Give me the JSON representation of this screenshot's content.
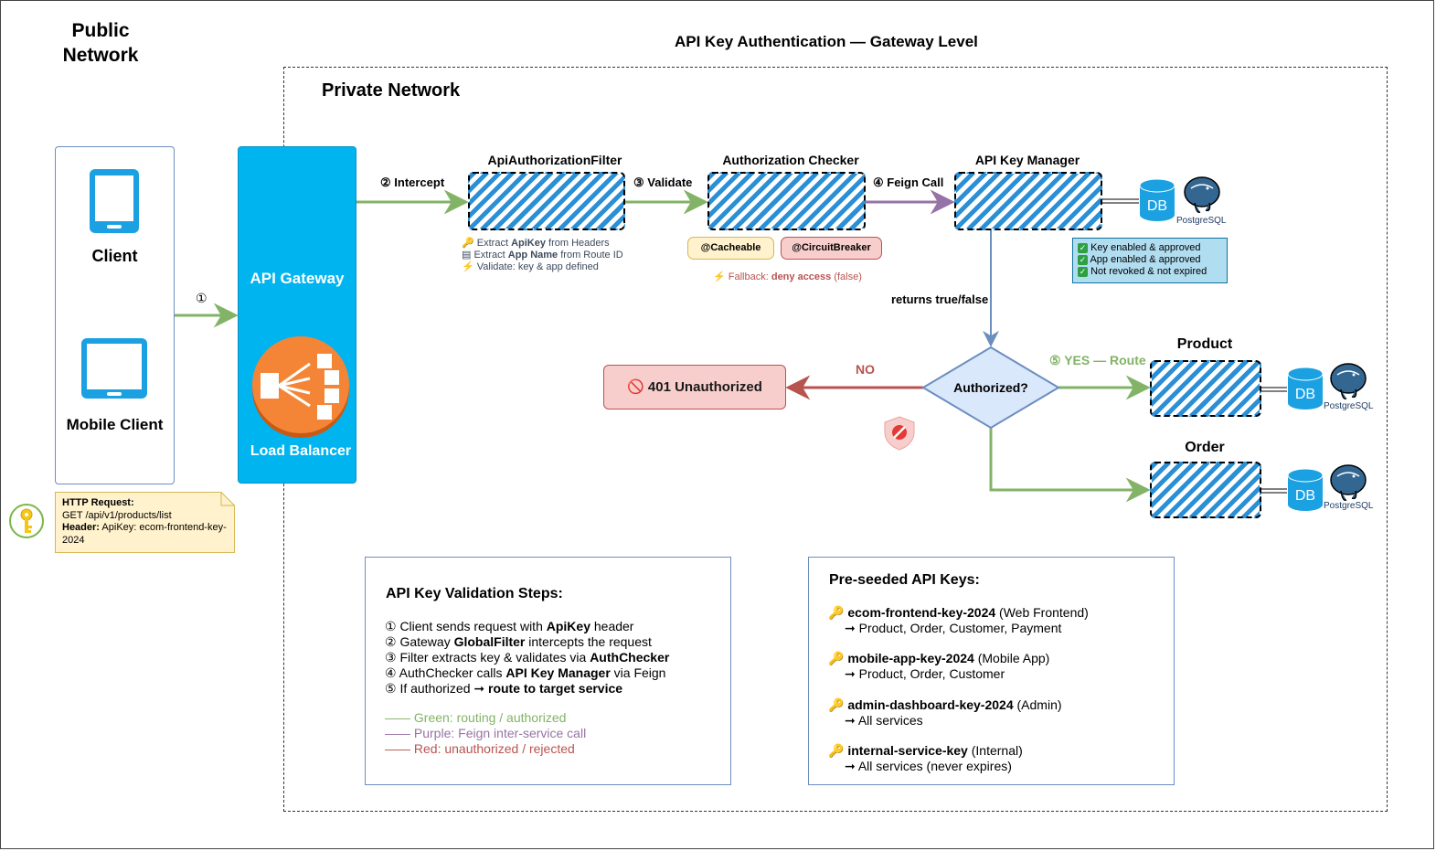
{
  "title": "API Key Authentication — Gateway Level",
  "public_network": {
    "line1": "Public",
    "line2": "Network"
  },
  "private_network": "Private Network",
  "clients": {
    "client": "Client",
    "mobile": "Mobile Client"
  },
  "gateway": {
    "api_gateway": "API Gateway",
    "load_balancer": "Load Balancer"
  },
  "request_note": {
    "label1": "HTTP Request:",
    "line2": "GET /api/v1/products/list",
    "label3": "Header:",
    "value3": " ApiKey: ecom-frontend-key-",
    "line4": "2024"
  },
  "steps": {
    "s1": "①",
    "s2": "② Intercept",
    "s3": "③ Validate",
    "s4": "④ Feign Call",
    "s5": "⑤ YES — Route",
    "returns": "returns true/false",
    "no": "NO"
  },
  "components": {
    "filter": "ApiAuthorizationFilter",
    "checker": "Authorization Checker",
    "manager": "API Key Manager",
    "product": "Product",
    "order": "Order"
  },
  "filter_notes": {
    "n1_pre": "Extract ",
    "n1_bold": "ApiKey",
    "n1_post": " from Headers",
    "n2_pre": "Extract ",
    "n2_bold": "App Name",
    "n2_post": " from Route ID",
    "n3": "Validate: key & app defined"
  },
  "checker_tags": {
    "cacheable": "@Cacheable",
    "breaker": "@CircuitBreaker"
  },
  "fallback": {
    "pre": "Fallback: ",
    "bold": "deny access",
    "post": " (false)"
  },
  "manager_checks": [
    "Key enabled & approved",
    "App enabled & approved",
    "Not revoked & not expired"
  ],
  "db": {
    "label": "DB",
    "postgres": "PostgreSQL"
  },
  "decision": "Authorized?",
  "unauthorized": "401 Unauthorized",
  "validation_panel": {
    "title": "API Key Validation Steps:",
    "rows": [
      {
        "pre": "① Client sends request with ",
        "bold": "ApiKey",
        "post": " header"
      },
      {
        "pre": "② Gateway ",
        "bold": "GlobalFilter",
        "post": " intercepts the request"
      },
      {
        "pre": "③ Filter extracts key & validates via ",
        "bold": "AuthChecker",
        "post": ""
      },
      {
        "pre": "④ AuthChecker calls ",
        "bold": "API Key Manager",
        "post": " via Feign"
      },
      {
        "pre": "⑤ If authorized ➞ ",
        "bold": "route to target service",
        "post": ""
      }
    ],
    "legend": {
      "green": "Green: routing / authorized",
      "purple": "Purple: Feign inter-service call",
      "red": "Red: unauthorized / rejected"
    }
  },
  "keys_panel": {
    "title": "Pre-seeded API Keys:",
    "keys": [
      {
        "name": "ecom-frontend-key-2024",
        "tag": " (Web Frontend)",
        "scope": "➞ Product, Order, Customer, Payment"
      },
      {
        "name": "mobile-app-key-2024",
        "tag": " (Mobile App)",
        "scope": "➞ Product, Order, Customer"
      },
      {
        "name": "admin-dashboard-key-2024",
        "tag": " (Admin)",
        "scope": "➞ All services"
      },
      {
        "name": "internal-service-key",
        "tag": " (Internal)",
        "scope": "➞ All services (never expires)"
      }
    ]
  },
  "colors": {
    "green": "#82b366",
    "purple": "#9673a6",
    "red": "#b85450",
    "gateway": "#00b4f0",
    "blue": "#6c8ebf"
  }
}
